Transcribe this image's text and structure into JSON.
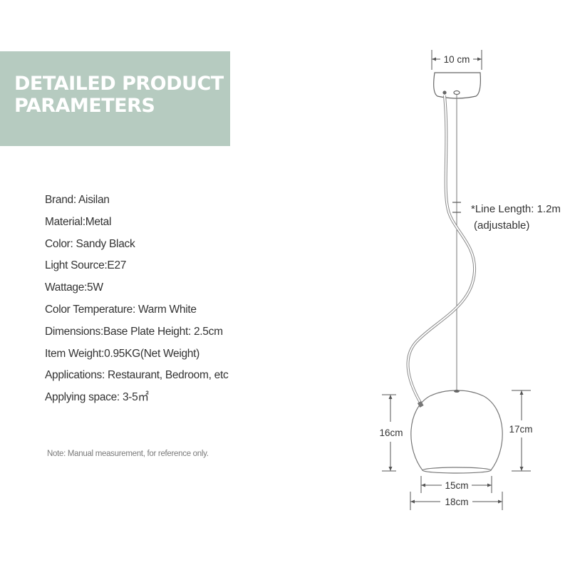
{
  "banner": {
    "line1": "DETAILED PRODUCT",
    "line2": "PARAMETERS",
    "color": "#b6cbc0"
  },
  "specs": [
    "Brand: Aisilan",
    "Material:Metal",
    "Color: Sandy Black",
    "Light Source:E27",
    "Wattage:5W",
    "Color Temperature: Warm White",
    "Dimensions:Base Plate Height: 2.5cm",
    "Item Weight:0.95KG(Net Weight)",
    "Applications: Restaurant, Bedroom, etc",
    "Applying space: 3-5㎡"
  ],
  "note": "Note: Manual measurement, for reference only.",
  "diagram": {
    "base_width": "10 cm",
    "line_length_line1": "*Line Length: 1.2m",
    "line_length_line2": "(adjustable)",
    "shade_height_left": "16cm",
    "shade_height_right": "17cm",
    "opening_width": "15cm",
    "shade_width": "18cm"
  }
}
